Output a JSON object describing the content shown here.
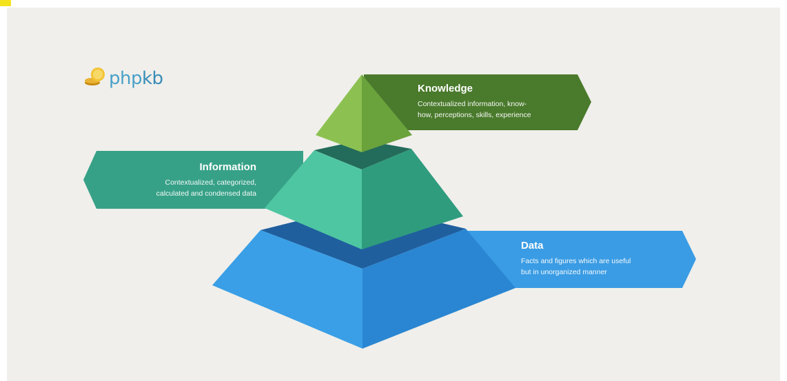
{
  "logo": {
    "text_a": "php",
    "text_b": "kb",
    "icon": "coin-stack-icon"
  },
  "levels": {
    "knowledge": {
      "title": "Knowledge",
      "desc_line1": "Contextualized information, know-",
      "desc_line2": "how, perceptions, skills, experience"
    },
    "information": {
      "title": "Information",
      "desc_line1": "Contextualized, categorized,",
      "desc_line2": "calculated and condensed data"
    },
    "data": {
      "title": "Data",
      "desc_line1": "Facts and figures which are useful",
      "desc_line2": "but in unorganized manner"
    }
  },
  "colors": {
    "knowledge_banner": "#4a7a2c",
    "knowledge_light": "#8cc152",
    "knowledge_dark": "#6aa23c",
    "information_banner": "#37a187",
    "information_light": "#4fc6a2",
    "information_dark": "#2f9c7e",
    "data_banner": "#3a9ce4",
    "data_light": "#3a9fe6",
    "data_dark": "#2a86d2"
  }
}
